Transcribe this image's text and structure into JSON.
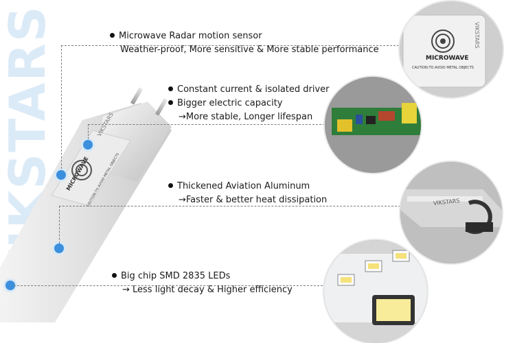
{
  "brand": "VIKSTARS",
  "product_labels": {
    "microwave": "MICROWAVE",
    "caution": "CAUTION:TO AVOID METAL OBJECTS",
    "tube_brand": "VIKSTARS"
  },
  "features": [
    {
      "title": "Microwave Radar motion sensor",
      "detail": "Weather-proof, More sensitive & More stable performance"
    },
    {
      "title": "Constant current & isolated driver",
      "title2": "Bigger electric capacity",
      "detail": "→More stable, Longer lifespan"
    },
    {
      "title": "Thickened Aviation Aluminum",
      "detail": "→Faster & better heat dissipation"
    },
    {
      "title": "Big chip SMD 2835 LEDs",
      "detail": "→ Less light decay & Higher efficiency"
    }
  ],
  "colors": {
    "marker": "#3c8fdc",
    "watermark": "#cfe3f5",
    "pcb_green": "#2f7d3a"
  }
}
